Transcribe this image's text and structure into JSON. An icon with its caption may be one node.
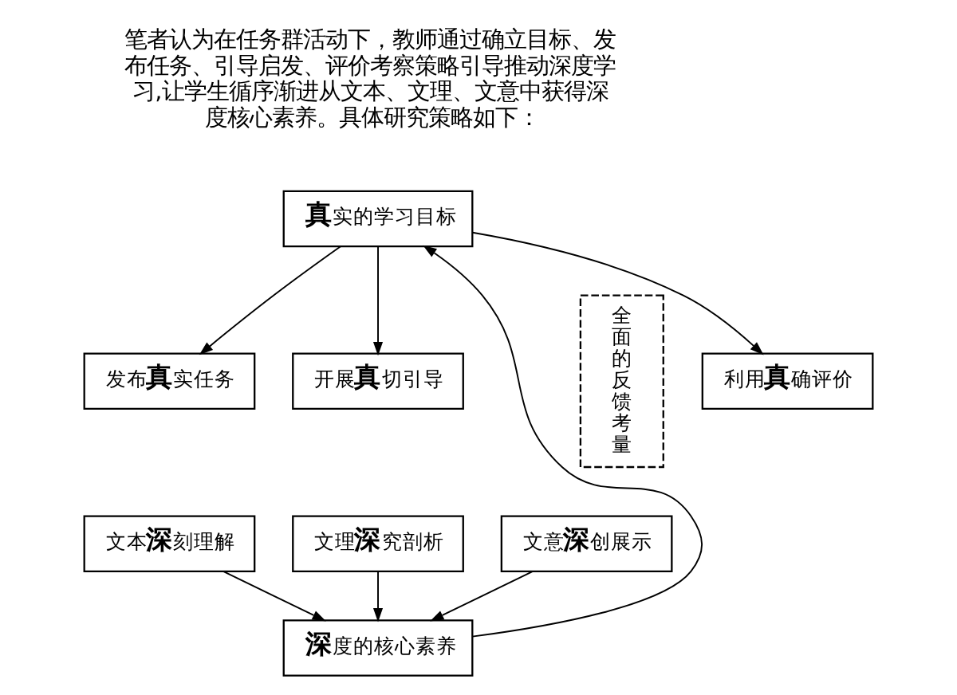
{
  "diagram": {
    "nodes": [
      {
        "text": [
          "**真**实的学习目标"
        ]
      },
      {
        "text": [
          "发布**真**实任务"
        ]
      },
      {
        "text": [
          "开展**真**切引导"
        ]
      },
      {
        "text": [
          "利用**真**确评价"
        ]
      },
      {
        "text": [
          "文本**深**刻理解"
        ]
      },
      {
        "text": [
          "文理**深**究剖析"
        ]
      },
      {
        "text": [
          "文意**深**创展示"
        ]
      },
      {
        "text": [
          "**深**度的核心素养"
        ]
      },
      {
        "text": [
          "全面的反馈考量"
        ]
      }
    ],
    "edges": [
      {
        "from": 0,
        "to": 1,
        "arrow": "to"
      },
      {
        "from": 0,
        "to": 2,
        "arrow": "to"
      },
      {
        "from": 0,
        "to": 3,
        "arrow": "to"
      },
      {
        "from": 4,
        "to": 7,
        "arrow": "to"
      },
      {
        "from": 5,
        "to": 7,
        "arrow": "to"
      },
      {
        "from": 6,
        "to": 7,
        "arrow": "to"
      },
      {
        "from": 7,
        "to": 0,
        "arrow": "to"
      }
    ],
    "labels": [
      "笔者认为在任务群活动下，教师通过确立目标、发布任务、引导启发、评价考察策略引导推动深度学习,让学生循序渐进从文本、文理、文意中获得深度核心素养。具体研究策略如下："
    ]
  }
}
